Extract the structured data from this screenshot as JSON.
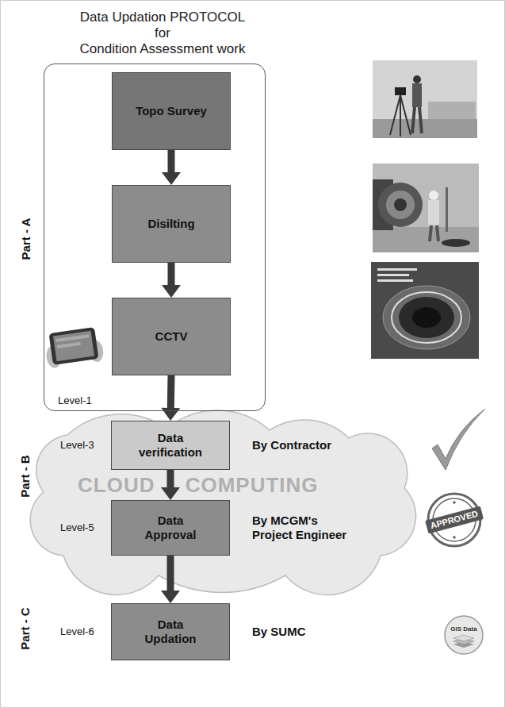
{
  "diagram": {
    "title": "Data Updation PROTOCOL for Condition Assessment work",
    "nodes": [
      {
        "text": [
          "Part - A",
          "Level-1"
        ]
      },
      {
        "text": [
          "Topo Survey"
        ],
        "in": 0
      },
      {
        "text": [
          "Disilting"
        ],
        "in": 0
      },
      {
        "text": [
          "CCTV"
        ],
        "in": 0
      },
      {
        "text": [
          "Data verification"
        ]
      },
      {
        "text": [
          "Data Approval"
        ]
      },
      {
        "text": [
          "Data Updation"
        ]
      }
    ],
    "edges": [
      {
        "from": 1,
        "to": 2,
        "arrow": "to"
      },
      {
        "from": 2,
        "to": 3,
        "arrow": "to"
      },
      {
        "from": 3,
        "to": 4,
        "arrow": "to"
      },
      {
        "from": 4,
        "to": 5,
        "arrow": "to"
      },
      {
        "from": 5,
        "to": 6,
        "arrow": "to"
      }
    ],
    "labels": [
      "Part - B",
      "CLOUD COMPUTING",
      "Level-3",
      "By Contractor",
      "Level-5",
      "By MCGM's Project Engineer",
      "APPROVED",
      "Part - C",
      "Level-6",
      "By SUMC",
      "GIS Data"
    ]
  }
}
